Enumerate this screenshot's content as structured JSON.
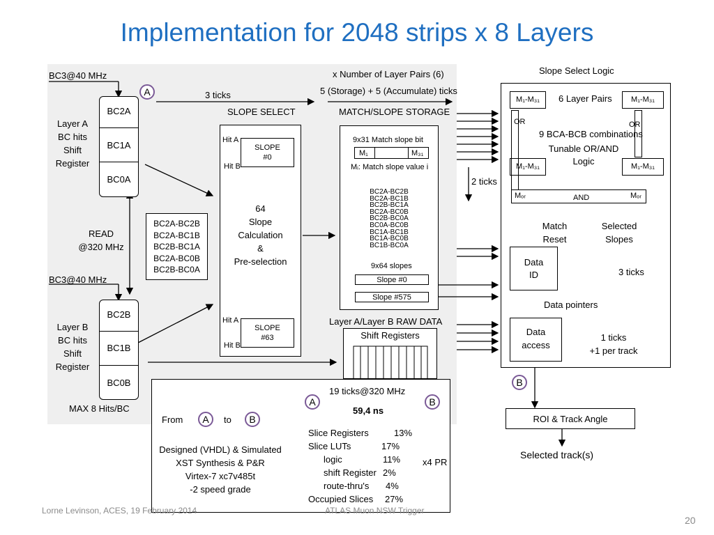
{
  "title": "Implementation for 2048 strips x 8 Layers",
  "left": {
    "bc3_top": "BC3@40 MHz",
    "bc3_mid": "BC3@40 MHz",
    "layer_a": [
      "Layer A",
      "BC hits",
      "Shift",
      "Register"
    ],
    "layer_b": [
      "Layer B",
      "BC hits",
      "Shift",
      "Register"
    ],
    "regs_a": [
      "BC2A",
      "BC1A",
      "BC0A"
    ],
    "regs_b": [
      "BC2B",
      "BC1B",
      "BC0B"
    ],
    "read": [
      "READ",
      "@320 MHz"
    ],
    "max_hits": "MAX 8 Hits/BC",
    "pairs": [
      "BC2A-BC2B",
      "BC2A-BC1B",
      "BC2B-BC1A",
      "BC2A-BC0B",
      "BC2B-BC0A"
    ]
  },
  "top": {
    "marker_a": "A",
    "three_ticks": "3 ticks",
    "slope_select": "SLOPE SELECT",
    "layer_pairs": "x Number of Layer Pairs (6)",
    "storage_ticks": "5 (Storage) + 5 (Accumulate) ticks",
    "match_storage": "MATCH/SLOPE STORAGE"
  },
  "slope_calc": {
    "hit_a": "Hit A",
    "hit_b": "Hit B",
    "slope0": [
      "SLOPE",
      "#0"
    ],
    "slope63": [
      "SLOPE",
      "#63"
    ],
    "center": [
      "64",
      "Slope",
      "Calculation",
      "&",
      "Pre-selection"
    ]
  },
  "storage": {
    "match_bit": "9x31 Match slope bit",
    "m1": "M₁",
    "m31": "M₃₁",
    "mi_text": "Mᵢ: Match slope value i",
    "combos": [
      "BC2A-BC2B",
      "BC2A-BC1B",
      "BC2B-BC1A",
      "BC2A-BC0B",
      "BC2B-BC0A",
      "BC0A-BC0B",
      "BC1A-BC1B",
      "BC1A-BC0B",
      "BC1B-BC0A"
    ],
    "slopes_label": "9x64 slopes",
    "slope_first": "Slope #0",
    "slope_last": "Slope #575",
    "two_ticks": "2 ticks"
  },
  "raw": {
    "title": "Layer A/Layer B RAW DATA",
    "shift_regs": "Shift Registers"
  },
  "right": {
    "title": "Slope Select Logic",
    "m_range": "M₁-M₃₁",
    "six_pairs": "6 Layer Pairs",
    "or": "OR",
    "combos": "9 BCA-BCB combinations",
    "tunable": [
      "Tunable OR/AND",
      "Logic"
    ],
    "m_or": "Mₒᵣ",
    "and": "AND",
    "match_reset": [
      "Match",
      "Reset"
    ],
    "selected_slopes": [
      "Selected",
      "Slopes"
    ],
    "data_id": [
      "Data",
      "ID"
    ],
    "three_ticks": "3 ticks",
    "data_pointers": "Data pointers",
    "data_access": [
      "Data",
      "access"
    ],
    "one_tick": [
      "1 ticks",
      "+1 per track"
    ],
    "marker_b": "B",
    "roi": "ROI & Track Angle",
    "selected_tracks": "Selected track(s)"
  },
  "summary": {
    "ticks": "19 ticks@320 MHz",
    "a": "A",
    "b": "B",
    "ns": "59,4 ns",
    "from": "From",
    "to": "to",
    "design": [
      "Designed (VHDL) & Simulated",
      "XST Synthesis & P&R",
      "Virtex-7 xc7v485t",
      "-2 speed grade"
    ],
    "resources": [
      {
        "label": "Slice Registers",
        "value": "13%"
      },
      {
        "label": "Slice LUTs",
        "value": "17%"
      },
      {
        "label": "logic",
        "value": "11%"
      },
      {
        "label": "shift Register",
        "value": "2%"
      },
      {
        "label": "route-thru's",
        "value": "4%"
      },
      {
        "label": "Occupied Slices",
        "value": "27%"
      }
    ],
    "x4pr": "x4 PR"
  },
  "footer": {
    "left": "Lorne Levinson, ACES, 19 February 2014",
    "mid": "ATLAS Muon NSW Trigger",
    "page": "20"
  },
  "colors": {
    "title": "#1f6fc1",
    "circle": "#7b5a97",
    "highlight": "#e0201a",
    "panel": "#efefef"
  }
}
